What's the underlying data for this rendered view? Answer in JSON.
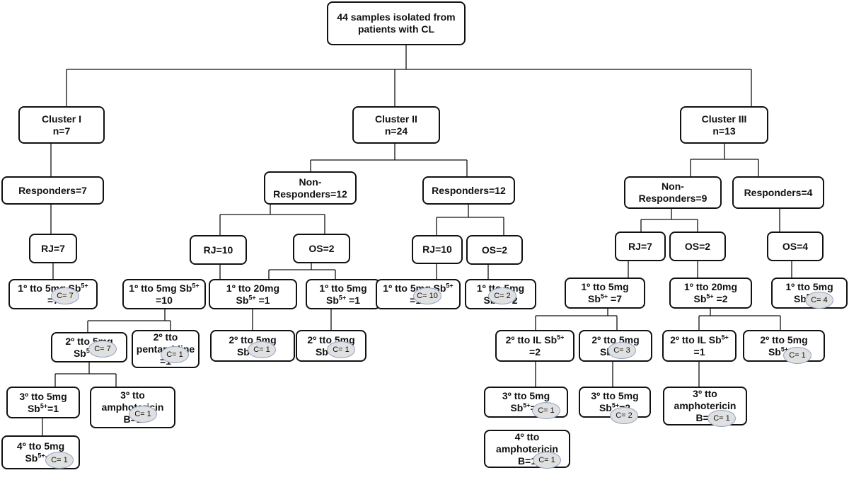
{
  "nodes": {
    "root": {
      "lines": [
        "44 samples isolated from",
        "patients with CL"
      ]
    },
    "c1": {
      "lines": [
        "Cluster I",
        "n=7"
      ]
    },
    "c2": {
      "lines": [
        "Cluster II",
        "n=24"
      ]
    },
    "c3": {
      "lines": [
        "Cluster III",
        "n=13"
      ]
    },
    "c1resp": {
      "lines": [
        "Responders=7"
      ]
    },
    "c1rj": {
      "lines": [
        "RJ=7"
      ]
    },
    "c1t1": {
      "lines": [
        "1º tto 5mg Sb5+",
        "=7"
      ],
      "badge": "C= 7"
    },
    "c2nr": {
      "lines": [
        "Non-",
        "Responders=12"
      ]
    },
    "c2resp": {
      "lines": [
        "Responders=12"
      ]
    },
    "c2nrrj": {
      "lines": [
        "RJ=10"
      ]
    },
    "c2nros": {
      "lines": [
        "OS=2"
      ]
    },
    "c2rrj": {
      "lines": [
        "RJ=10"
      ]
    },
    "c2ros": {
      "lines": [
        "OS=2"
      ]
    },
    "n_a": {
      "lines": [
        "1º tto 5mg Sb5+",
        "=10"
      ]
    },
    "n_b": {
      "lines": [
        "1º tto 20mg",
        "Sb5+ =1"
      ]
    },
    "n_c": {
      "lines": [
        "1º tto 5mg",
        "Sb5+ =1"
      ]
    },
    "n_d": {
      "lines": [
        "1º tto 5mg Sb5+",
        "=10"
      ],
      "badge": "C= 10"
    },
    "n_e": {
      "lines": [
        "1º tto 5mg",
        "Sb5+ =2"
      ],
      "badge": "C= 2"
    },
    "n_f": {
      "lines": [
        "2º tto 5mg",
        "Sb5+=9"
      ],
      "badge": "C= 7"
    },
    "n_g": {
      "lines": [
        "2º tto",
        "pentamidine",
        "=1"
      ],
      "badge": "C= 1"
    },
    "n_h": {
      "lines": [
        "2º tto 5mg",
        "Sb5+=1"
      ],
      "badge": "C= 1"
    },
    "n_i": {
      "lines": [
        "2º tto 5mg",
        "Sb5+=1"
      ],
      "badge": "C= 1"
    },
    "n_j": {
      "lines": [
        "3º tto 5mg",
        "Sb5+=1"
      ]
    },
    "n_k": {
      "lines": [
        "3º tto",
        "amphotericin",
        "B=1"
      ],
      "badge": "C= 1"
    },
    "n_l": {
      "lines": [
        "4º tto 5mg",
        "Sb5+=1"
      ],
      "badge": "C= 1"
    },
    "c3nr": {
      "lines": [
        "Non-",
        "Responders=9"
      ]
    },
    "c3resp": {
      "lines": [
        "Responders=4"
      ]
    },
    "c3rj": {
      "lines": [
        "RJ=7"
      ]
    },
    "c3os": {
      "lines": [
        "OS=2"
      ]
    },
    "c3ros": {
      "lines": [
        "OS=4"
      ]
    },
    "m_a": {
      "lines": [
        "1º tto 5mg",
        "Sb5+ =7"
      ]
    },
    "m_b": {
      "lines": [
        "1º tto 20mg",
        "Sb5+ =2"
      ]
    },
    "m_c": {
      "lines": [
        "1º tto 5mg",
        "Sb5+=4"
      ],
      "badge": "C= 4"
    },
    "m_d": {
      "lines": [
        "2º tto IL Sb5+",
        "=2"
      ]
    },
    "m_e": {
      "lines": [
        "2º tto 5mg",
        "Sb5+=5"
      ],
      "badge": "C= 3"
    },
    "m_f": {
      "lines": [
        "2º tto IL Sb5+",
        "=1"
      ]
    },
    "m_g": {
      "lines": [
        "2º tto 5mg",
        "Sb5+=1"
      ],
      "badge": "C= 1"
    },
    "m_h": {
      "lines": [
        "3º tto 5mg",
        "Sb5+=2"
      ],
      "badge": "C= 1"
    },
    "m_i": {
      "lines": [
        "3º tto 5mg",
        "Sb5+=2"
      ],
      "badge": "C= 2"
    },
    "m_j": {
      "lines": [
        "3º tto",
        "amphotericin",
        "B=1"
      ],
      "badge": "C= 1"
    },
    "m_k": {
      "lines": [
        "4º tto",
        "amphotericin",
        "B=1"
      ],
      "badge": "C= 1"
    }
  }
}
